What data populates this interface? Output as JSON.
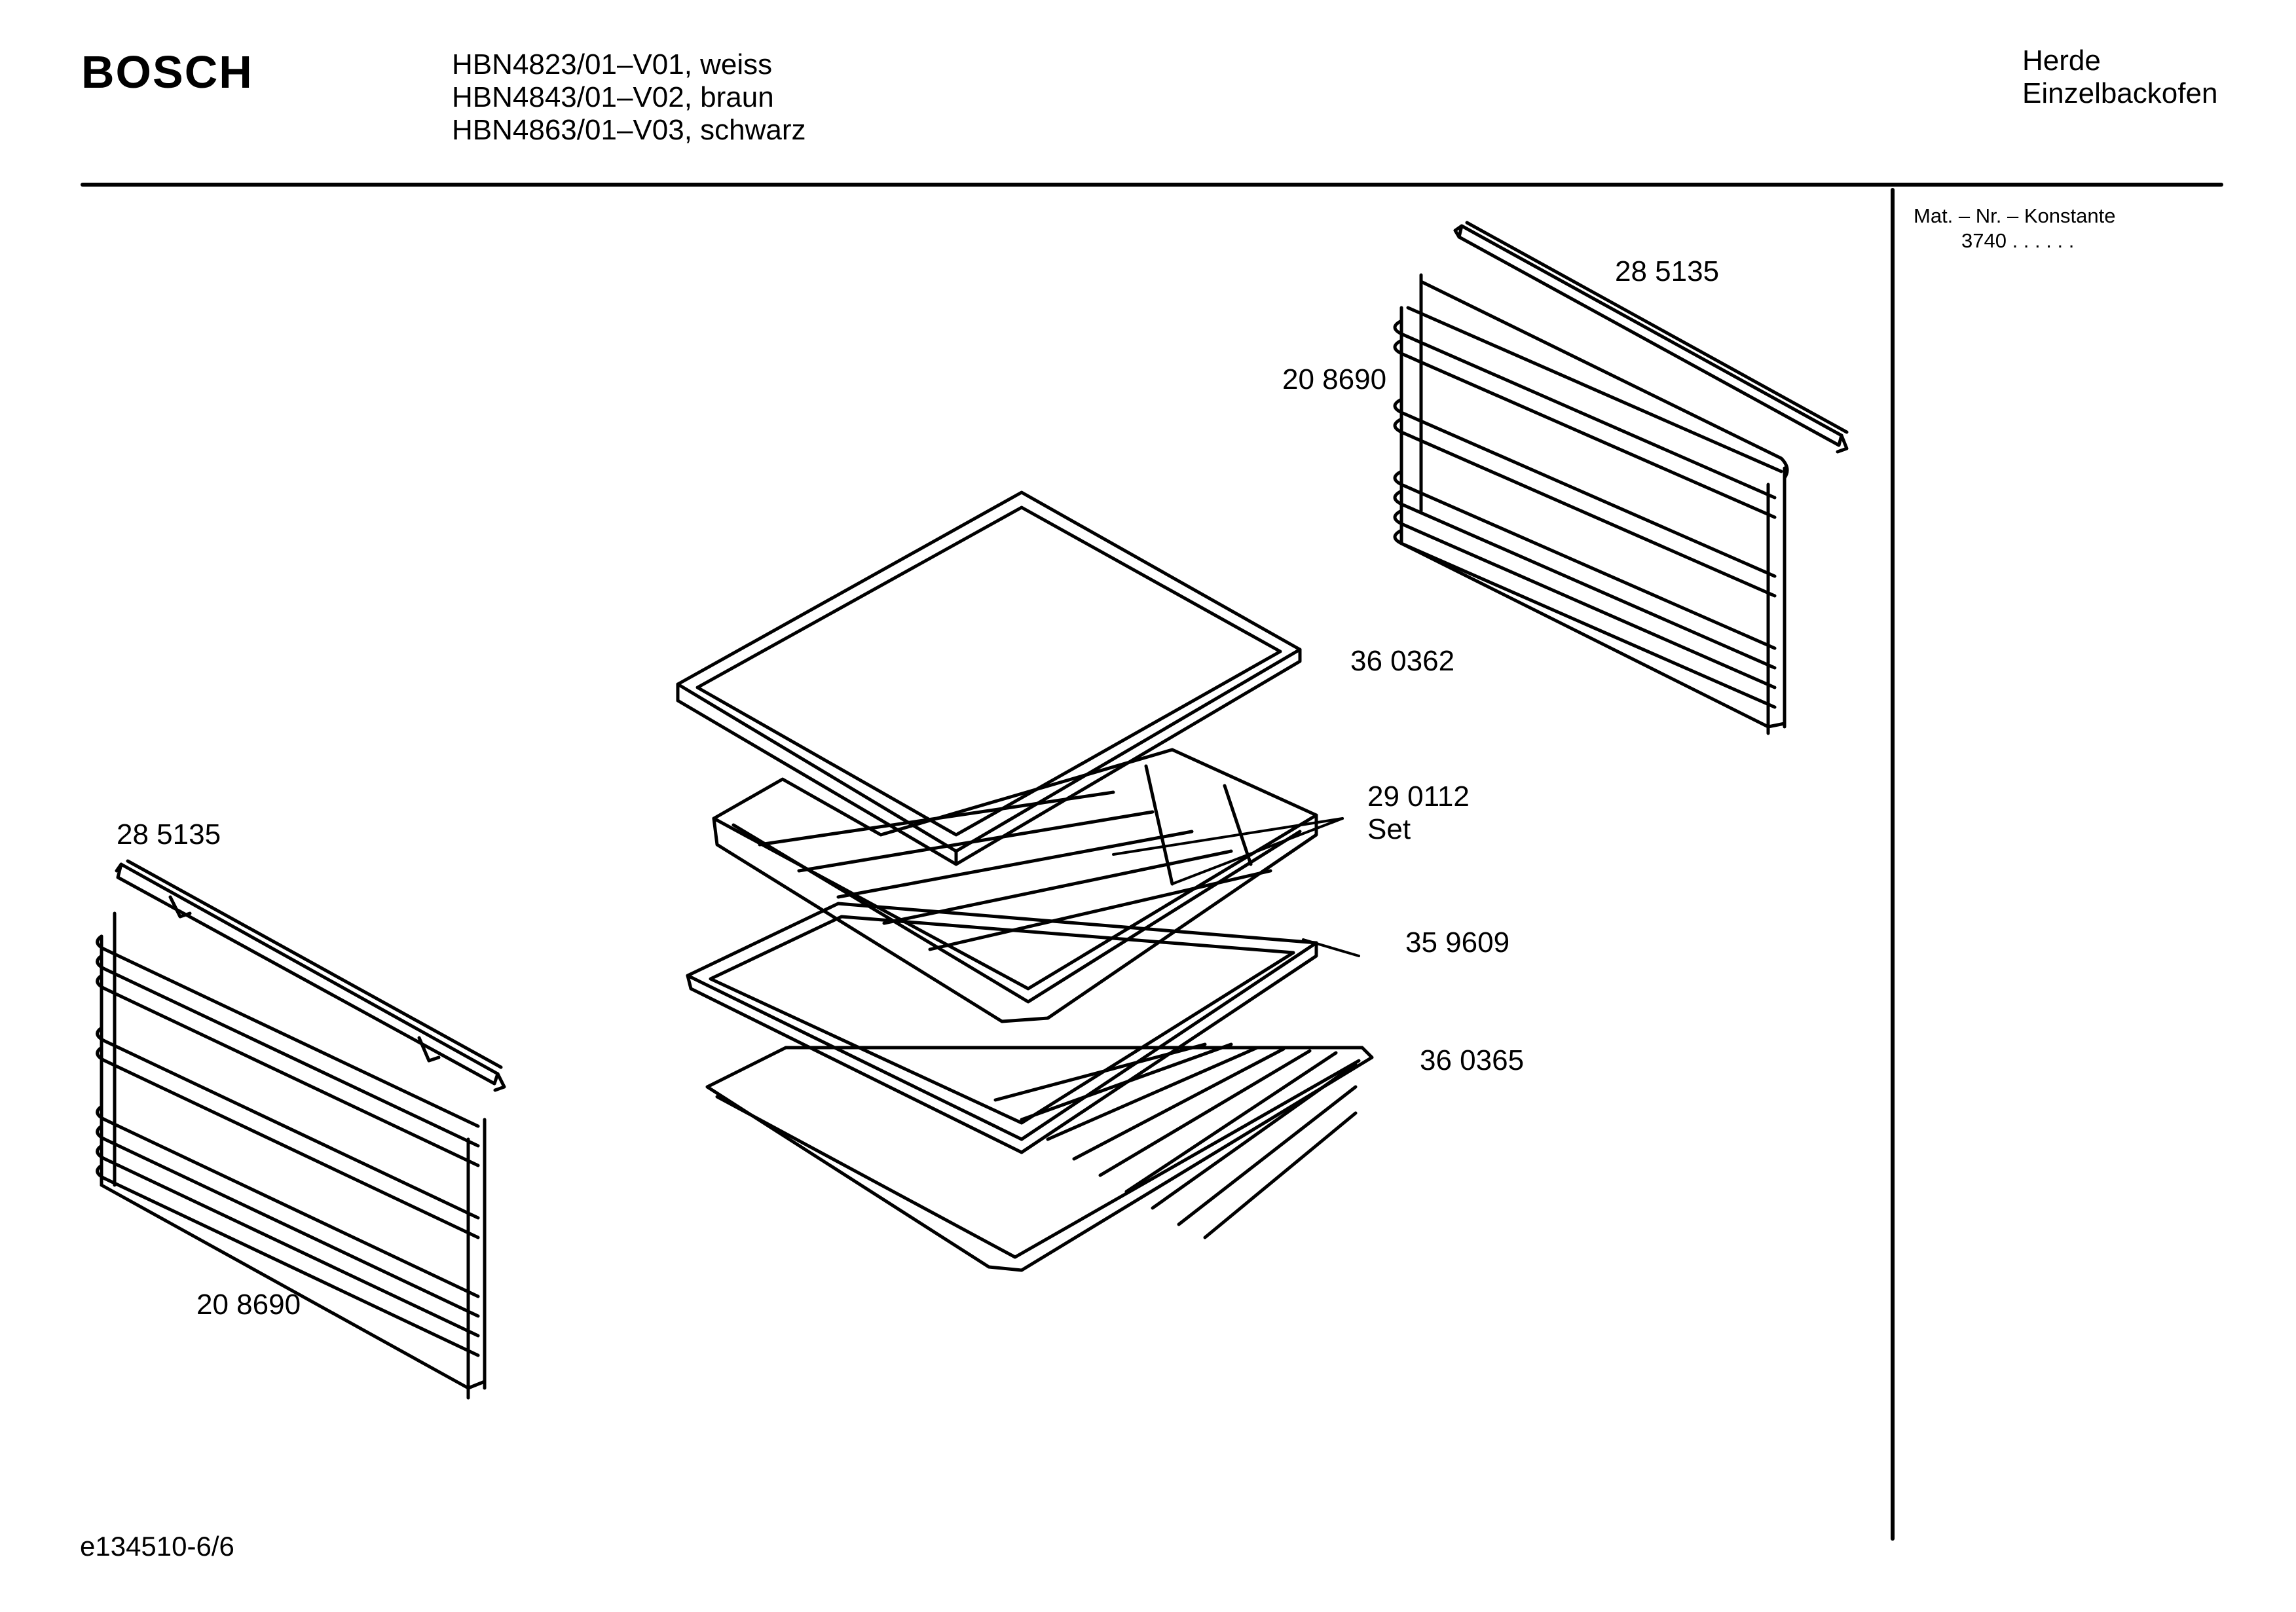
{
  "header": {
    "brand": "BOSCH",
    "models": [
      "HBN4823/01–V01, weiss",
      "HBN4843/01–V02, braun",
      "HBN4863/01–V03, schwarz"
    ],
    "category": [
      "Herde",
      "Einzelbackofen"
    ]
  },
  "sidebar": {
    "heading": "Mat. – Nr. – Konstante",
    "value": "3740  .  .  .  .  .  ."
  },
  "parts": {
    "rail_right": "28 5135",
    "rack_right": "20 8690",
    "tray": "36 0362",
    "set_number": "29 0112",
    "set_label": "Set",
    "pan": "35 9609",
    "grid": "36 0365",
    "rail_left": "28 5135",
    "rack_left": "20 8690"
  },
  "footer": {
    "drawing_id": "e134510-6/6"
  }
}
